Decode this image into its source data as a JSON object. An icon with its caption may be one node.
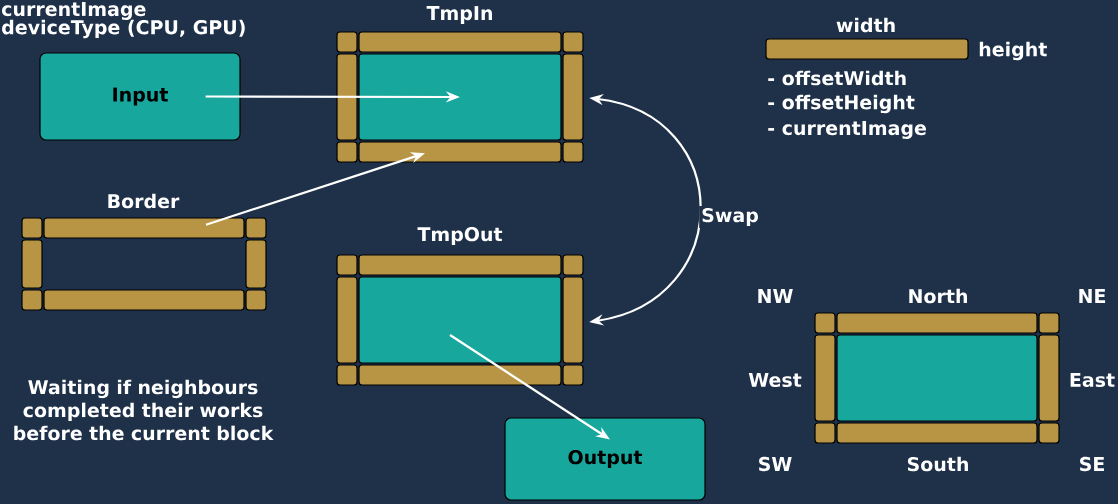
{
  "diagram": {
    "nodes": [
      {
        "text": [
          "Input"
        ]
      },
      {
        "text": [
          "TmpIn"
        ]
      },
      {
        "text": [
          "Border"
        ],
        "beside": [
          "Waiting if neighbours completed their works before the current block"
        ]
      },
      {
        "text": [
          "TmpOut"
        ]
      },
      {
        "text": [
          "Output"
        ]
      },
      {
        "text": [],
        "shape": "bar",
        "beside": [
          "width",
          "height",
          "- offsetWidth",
          "- offsetHeight",
          "- currentImage"
        ]
      },
      {
        "text": [],
        "shape": "box"
      }
    ],
    "edges": [
      {
        "from": 0,
        "to": 1,
        "arrow": "to"
      },
      {
        "from": 2,
        "to": 1,
        "arrow": "to"
      },
      {
        "from": 3,
        "to": 1,
        "arrow": "both",
        "label": "Swap"
      },
      {
        "from": 3,
        "to": 4,
        "arrow": "to"
      }
    ],
    "labels": [
      "currentImage",
      "deviceType (CPU, GPU)",
      "NW",
      "North",
      "NE",
      "West",
      "East",
      "SW",
      "South",
      "SE"
    ]
  }
}
